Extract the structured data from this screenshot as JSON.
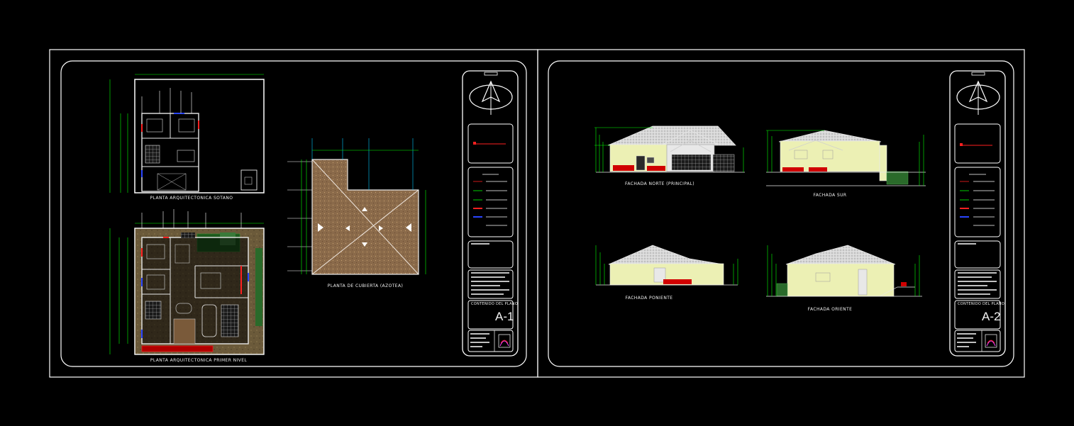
{
  "sheet1": {
    "labels": {
      "basement_plan": "PLANTA ARQUITECTONICA SOTANO",
      "roof_plan": "PLANTA DE CUBIERTA (AZOTEA)",
      "first_floor_plan": "PLANTA ARQUITECTONICA PRIMER NIVEL"
    },
    "titleblock": {
      "content_label": "CONTENIDO DEL PLANO",
      "sheet_number": "A-1"
    }
  },
  "sheet2": {
    "labels": {
      "north_facade": "FACHADA NORTE (PRINCIPAL)",
      "south_facade": "FACHADA SUR",
      "west_facade": "FACHADA PONIENTE",
      "east_facade": "FACHADA ORIENTE"
    },
    "titleblock": {
      "content_label": "CONTENIDO DEL PLANO",
      "sheet_number": "A-2"
    }
  },
  "colors": {
    "background": "#000000",
    "frame": "#ffffff",
    "dimension": "#00ff00",
    "axis": "#00c8ff",
    "wall": "#e8e8e8",
    "roof_fill": "#8a6a4a",
    "facade_wall": "#ecf0b4",
    "roof_tile": "#d8d8d8",
    "hedge": "#e00000",
    "window_blue": "#2a45ff",
    "accent_red": "#ff2020",
    "accent_magenta": "#ff40ff"
  },
  "icons": [
    "north-arrow-icon",
    "company-logo-icon"
  ]
}
